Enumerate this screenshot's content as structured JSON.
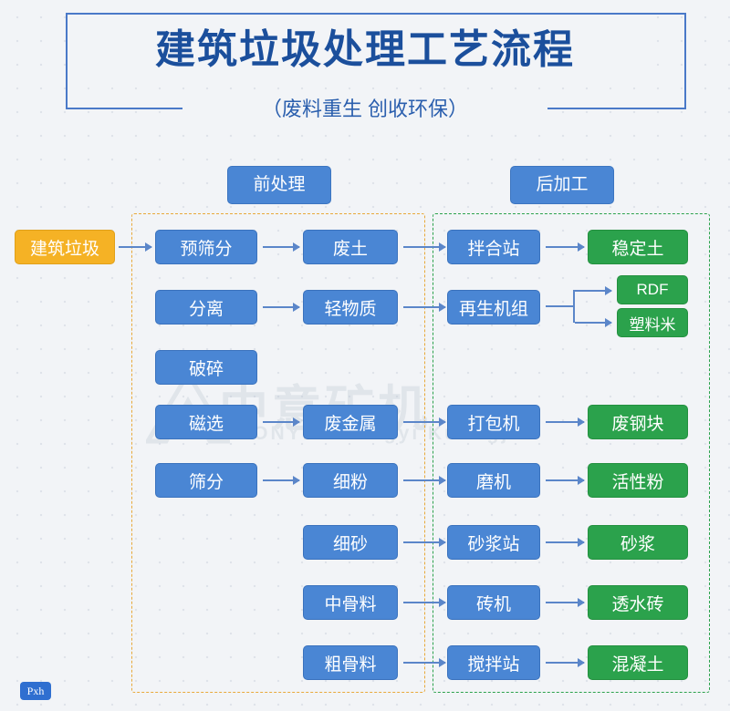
{
  "header": {
    "title": "建筑垃圾处理工艺流程",
    "subtitle": "（废料重生  创收环保）"
  },
  "watermark": {
    "text": "中意矿机",
    "subtext": "ZOONYE  Zhongyi Kuangji"
  },
  "badge": {
    "label": "Pxh"
  },
  "groups": {
    "pre": "前处理",
    "post": "后加工"
  },
  "input": {
    "label": "建筑垃圾"
  },
  "column1": [
    {
      "label": "预筛分"
    },
    {
      "label": "分离"
    },
    {
      "label": "破碎"
    },
    {
      "label": "磁选"
    },
    {
      "label": "筛分"
    }
  ],
  "column2": [
    {
      "label": "废土"
    },
    {
      "label": "轻物质"
    },
    {
      "label": "废金属"
    },
    {
      "label": "细粉"
    },
    {
      "label": "细砂"
    },
    {
      "label": "中骨料"
    },
    {
      "label": "粗骨料"
    }
  ],
  "column3": [
    {
      "label": "拌合站"
    },
    {
      "label": "再生机组"
    },
    {
      "label": "打包机"
    },
    {
      "label": "磨机"
    },
    {
      "label": "砂浆站"
    },
    {
      "label": "砖机"
    },
    {
      "label": "搅拌站"
    }
  ],
  "column4": [
    {
      "label": "稳定土"
    },
    {
      "label": "RDF"
    },
    {
      "label": "塑料米"
    },
    {
      "label": "废钢块"
    },
    {
      "label": "活性粉"
    },
    {
      "label": "砂浆"
    },
    {
      "label": "透水砖"
    },
    {
      "label": "混凝土"
    }
  ],
  "colors": {
    "blue": "#4a86d4",
    "green": "#2ba24c",
    "orange": "#f5b225",
    "title": "#1b4f9c",
    "background": "#f2f4f7"
  }
}
